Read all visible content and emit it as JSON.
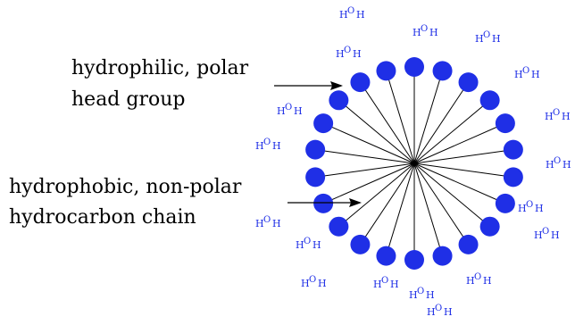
{
  "labels": {
    "head_line1": "hydrophilic, polar",
    "head_line2": "head group",
    "tail_line1": "hydrophobic, non-polar",
    "tail_line2": "hydrocarbon chain"
  },
  "molecule": {
    "hydrogen_symbol": "H",
    "oxygen_symbol": "O",
    "water_count": 18
  },
  "micelle": {
    "head_count": 22,
    "head_color": "#1f2fe6",
    "tail_color": "#000000"
  },
  "colors": {
    "water": "#1f2fe6",
    "text": "#000000"
  }
}
